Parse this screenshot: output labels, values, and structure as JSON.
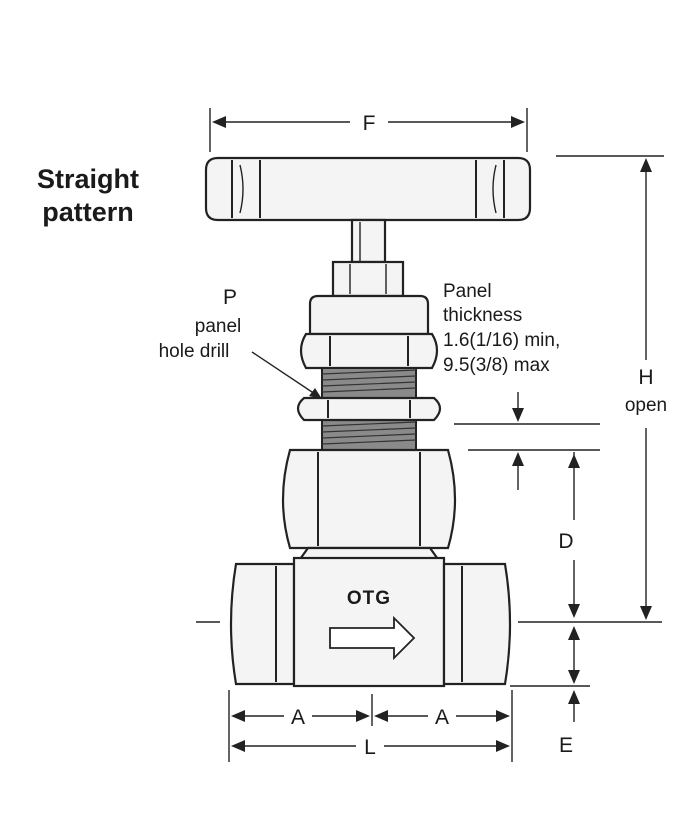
{
  "title": {
    "line1": "Straight",
    "line2": "pattern"
  },
  "panel_hole": {
    "letter": "P",
    "line1": "panel",
    "line2": "hole drill"
  },
  "panel_thickness": {
    "line1": "Panel",
    "line2": "thickness",
    "line3": "1.6(1/16) min,",
    "line4": "9.5(3/8) max"
  },
  "dimensions": {
    "F": "F",
    "H": "H",
    "H_note": "open",
    "D": "D",
    "E": "E",
    "A_left": "A",
    "A_right": "A",
    "L": "L"
  },
  "body_marking": "OTG",
  "colors": {
    "line": "#222222",
    "fill": "#f4f4f4",
    "background": "#ffffff"
  }
}
